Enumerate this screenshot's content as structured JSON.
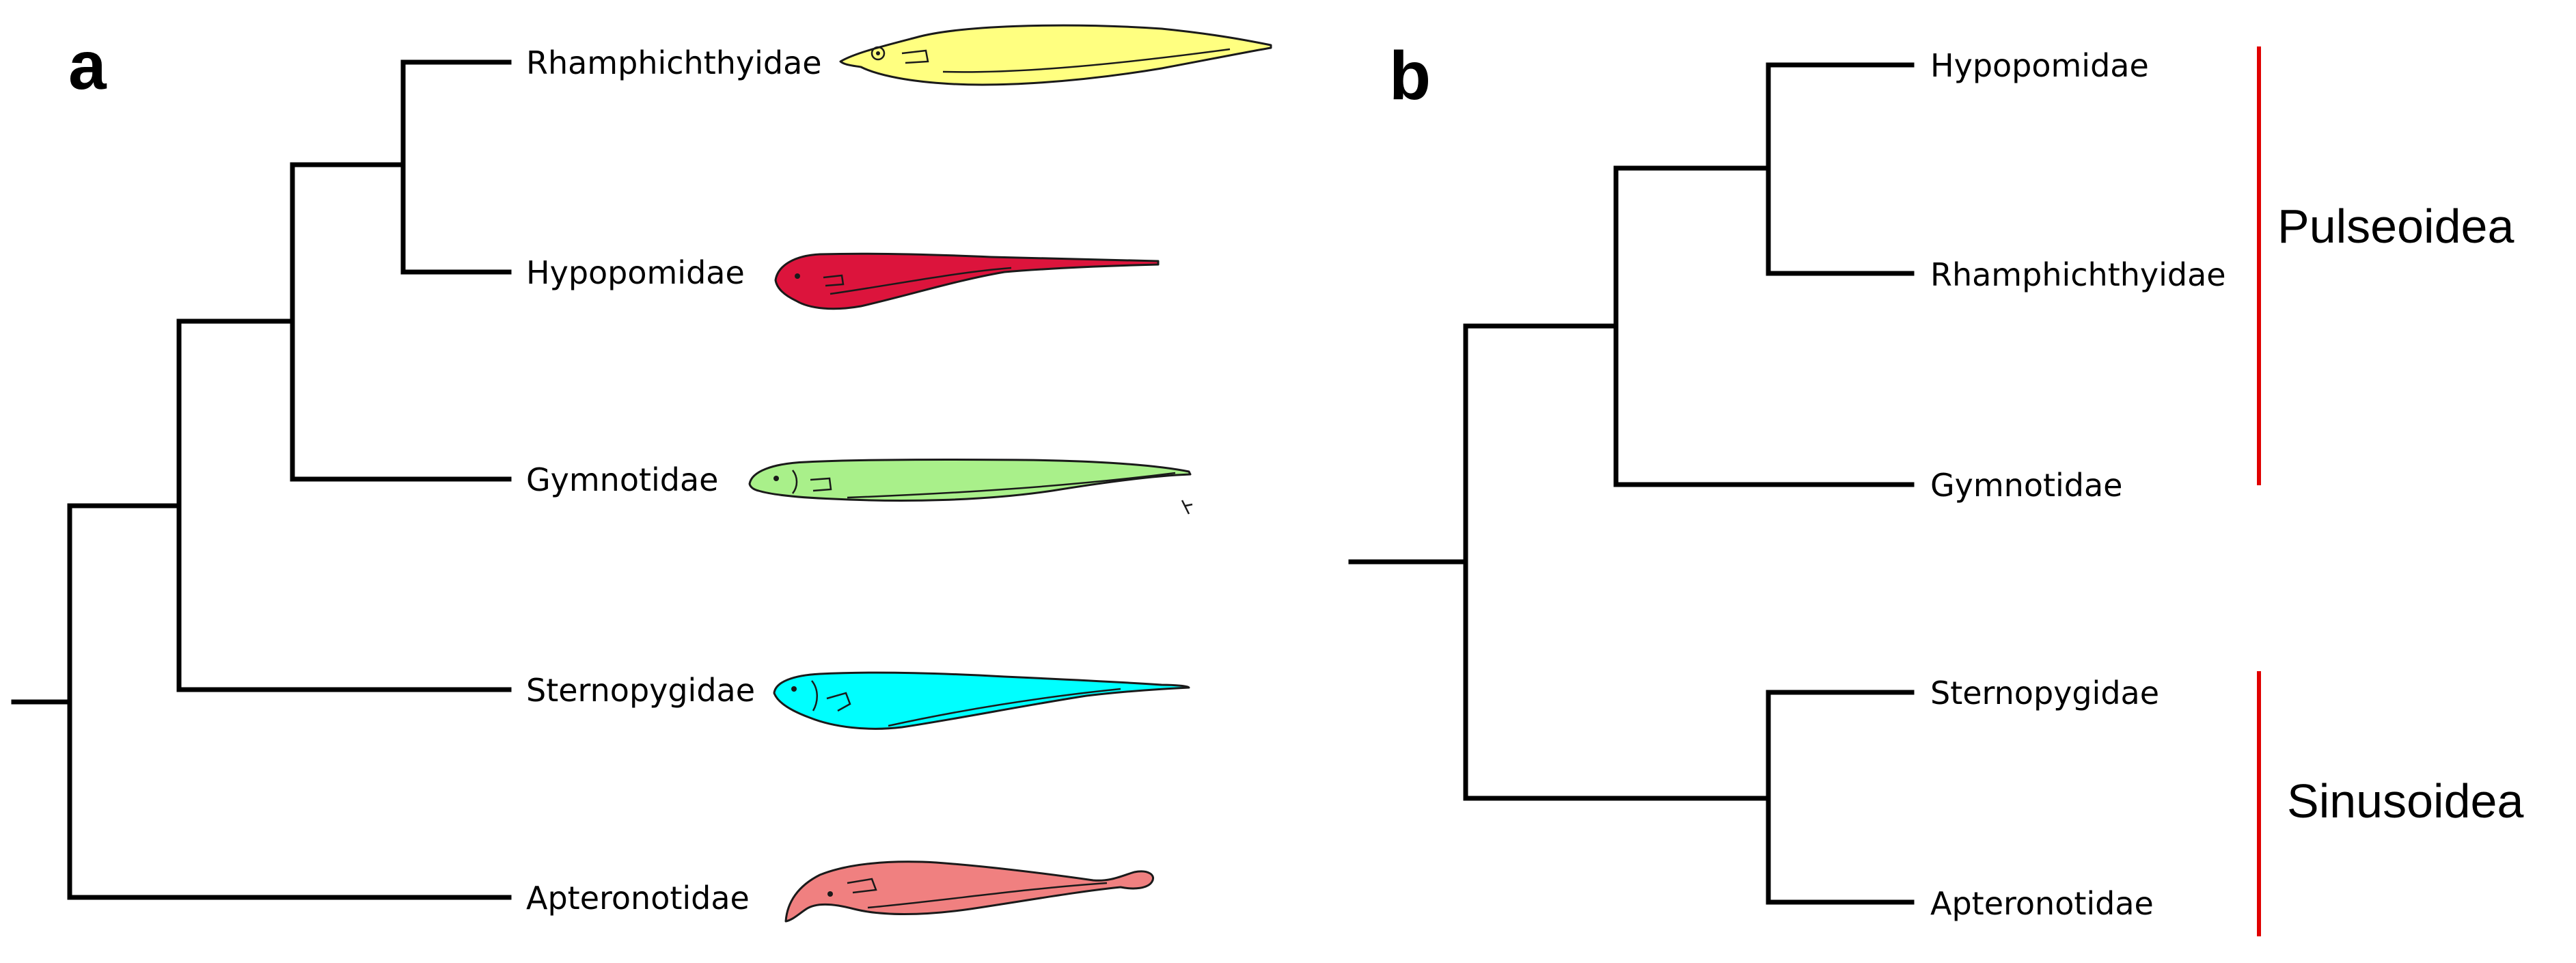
{
  "panels": {
    "a": {
      "label": "a",
      "taxa": [
        "Rhamphichthyidae",
        "Hypopomidae",
        "Gymnotidae",
        "Sternopygidae",
        "Apteronotidae"
      ],
      "fish": [
        {
          "taxon": "Rhamphichthyidae",
          "color": "#ffff80"
        },
        {
          "taxon": "Hypopomidae",
          "color": "#dc143c"
        },
        {
          "taxon": "Gymnotidae",
          "color": "#a9f08a"
        },
        {
          "taxon": "Sternopygidae",
          "color": "#00ffff"
        },
        {
          "taxon": "Apteronotidae",
          "color": "#f08080"
        }
      ]
    },
    "b": {
      "label": "b",
      "taxa": [
        "Hypopomidae",
        "Rhamphichthyidae",
        "Gymnotidae",
        "Sternopygidae",
        "Apteronotidae"
      ],
      "groups": [
        {
          "name": "Pulseoidea",
          "bar_color": "#e00000"
        },
        {
          "name": "Sinusoidea",
          "bar_color": "#e00000"
        }
      ]
    }
  }
}
